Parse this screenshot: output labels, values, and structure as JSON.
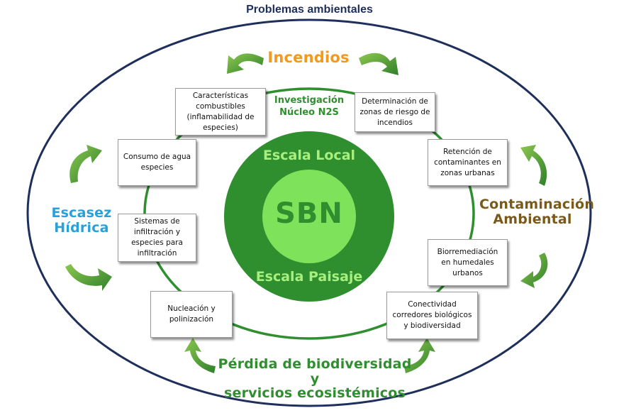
{
  "title": "Problemas ambientales",
  "problems": {
    "incendios": "Incendios",
    "contaminacion": "Contaminación\nAmbiental",
    "perdida": "Pérdida de biodiversidad y\nservicios ecosistémicos",
    "escasez": "Escasez\nHídrica"
  },
  "center": {
    "investigacion": "Investigación\nNúcleo N2S",
    "escala_local": "Escala Local",
    "sbn": "SBN",
    "escala_paisaje": "Escala Paisaje"
  },
  "boxes": {
    "caracteristicas": "Características\ncombustibles\n(inflamabilidad de\nespecies)",
    "determinacion": "Determinación de\nzonas de riesgo de\nincendios",
    "retencion": "Retención de\ncontaminantes en\nzonas urbanas",
    "biorremediacion": "Biorremediación\nen humedales\nurbanos",
    "conectividad": "Conectividad\ncorredores biológicos\ny biodiversidad",
    "nucleacion": "Nucleación y\npolinización",
    "sistemas": "Sistemas de\ninfiltración y\nespecies para\ninfiltración",
    "consumo": "Consumo de agua\nespecies"
  },
  "colors": {
    "navy": "#1f2f5c",
    "orange": "#f39a1e",
    "brown": "#7a5a1a",
    "green_dark": "#2f8f2f",
    "green_light": "#7ee35a",
    "blue": "#2aa0d8",
    "arrow_green": "#4a9a2a"
  }
}
